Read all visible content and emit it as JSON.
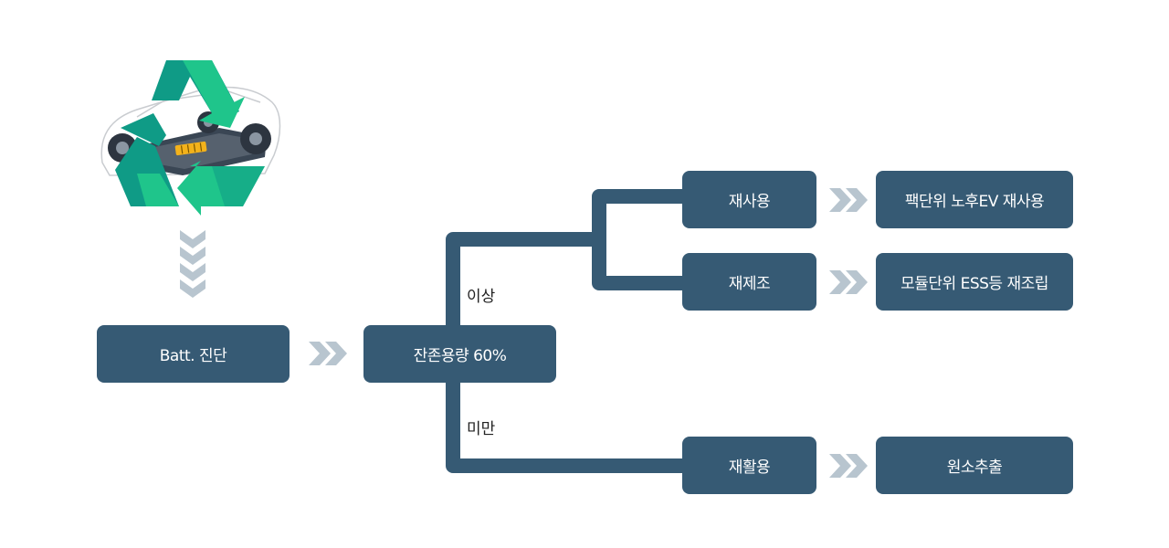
{
  "boxes": {
    "diagnosis": "Batt. 진단",
    "capacity": "잔존용량 60%",
    "reuse": "재사용",
    "remanufacture": "재제조",
    "recycle": "재활용",
    "reuse_result": "팩단위 노후EV 재사용",
    "remanufacture_result": "모듈단위 ESS등 재조립",
    "recycle_result": "원소추출"
  },
  "branch_labels": {
    "above": "이상",
    "below": "미만"
  },
  "colors": {
    "box": "#365a74",
    "connector": "#365a74",
    "chevron": "#b8c5cf",
    "recycle_dark": "#0f9b86",
    "recycle_light": "#1fc58b"
  },
  "icons": {
    "illustration": "recycle-ev-battery-icon",
    "down": "chevron-down-icon",
    "right": "chevron-right-icon"
  }
}
